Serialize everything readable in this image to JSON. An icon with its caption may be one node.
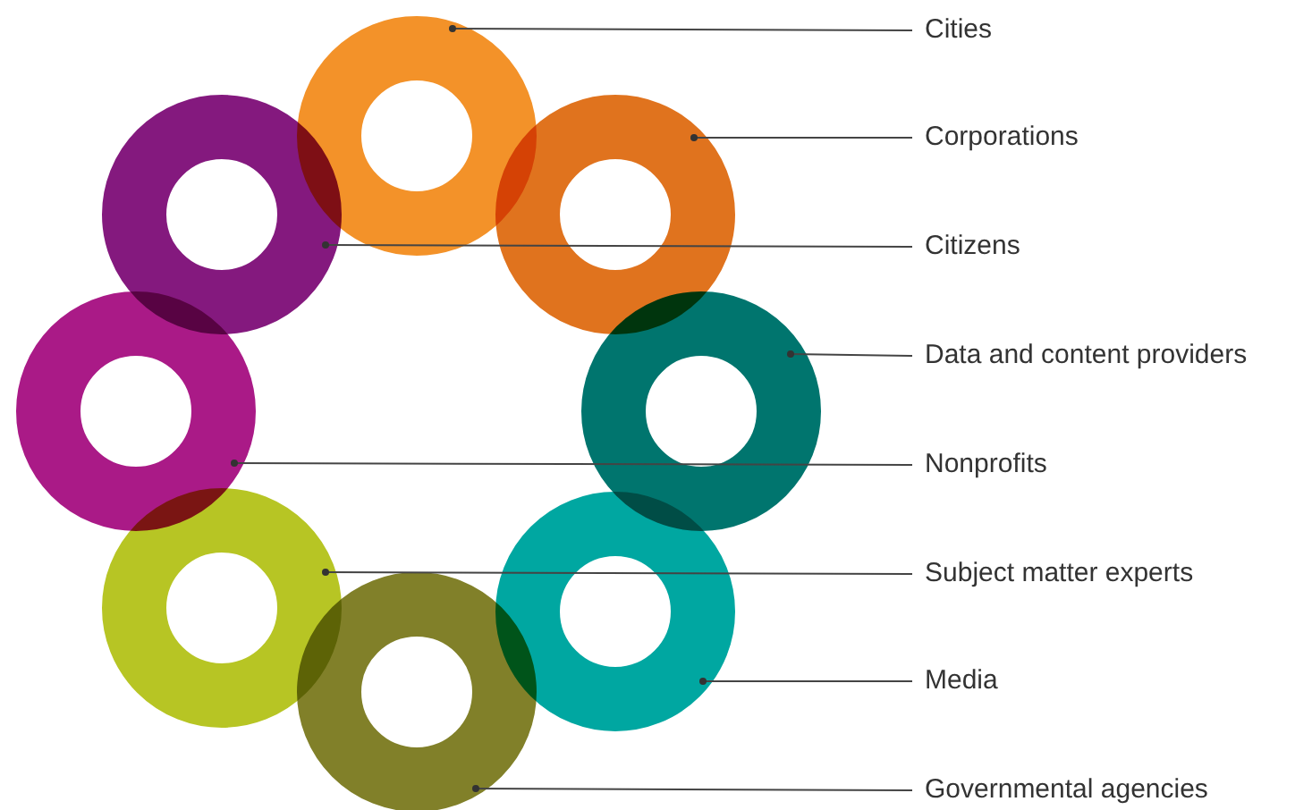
{
  "diagram": {
    "nodes": [
      {
        "text": [
          "Cities"
        ]
      },
      {
        "text": [
          "Corporations"
        ]
      },
      {
        "text": [
          "Citizens"
        ]
      },
      {
        "text": [
          "Data and content providers"
        ]
      },
      {
        "text": [
          "Nonprofits"
        ]
      },
      {
        "text": [
          "Subject matter experts"
        ]
      },
      {
        "text": [
          "Media"
        ]
      },
      {
        "text": [
          "Governmental agencies"
        ]
      },
      {
        "text": [],
        "shape": "circle"
      },
      {
        "text": [],
        "shape": "circle"
      },
      {
        "text": [],
        "shape": "circle"
      },
      {
        "text": [],
        "shape": "circle"
      },
      {
        "text": [],
        "shape": "circle"
      },
      {
        "text": [],
        "shape": "circle"
      },
      {
        "text": [],
        "shape": "circle"
      },
      {
        "text": [],
        "shape": "circle"
      }
    ],
    "edges": [
      {
        "from": 0,
        "to": 8,
        "arrow": "other"
      },
      {
        "from": 1,
        "to": 10,
        "arrow": "other"
      },
      {
        "from": 2,
        "to": 9,
        "arrow": "other"
      },
      {
        "from": 3,
        "to": 12,
        "arrow": "other"
      },
      {
        "from": 4,
        "to": 11,
        "arrow": "other"
      },
      {
        "from": 5,
        "to": 13,
        "arrow": "other"
      },
      {
        "from": 6,
        "to": 14,
        "arrow": "other"
      },
      {
        "from": 7,
        "to": 15,
        "arrow": "other"
      }
    ]
  }
}
